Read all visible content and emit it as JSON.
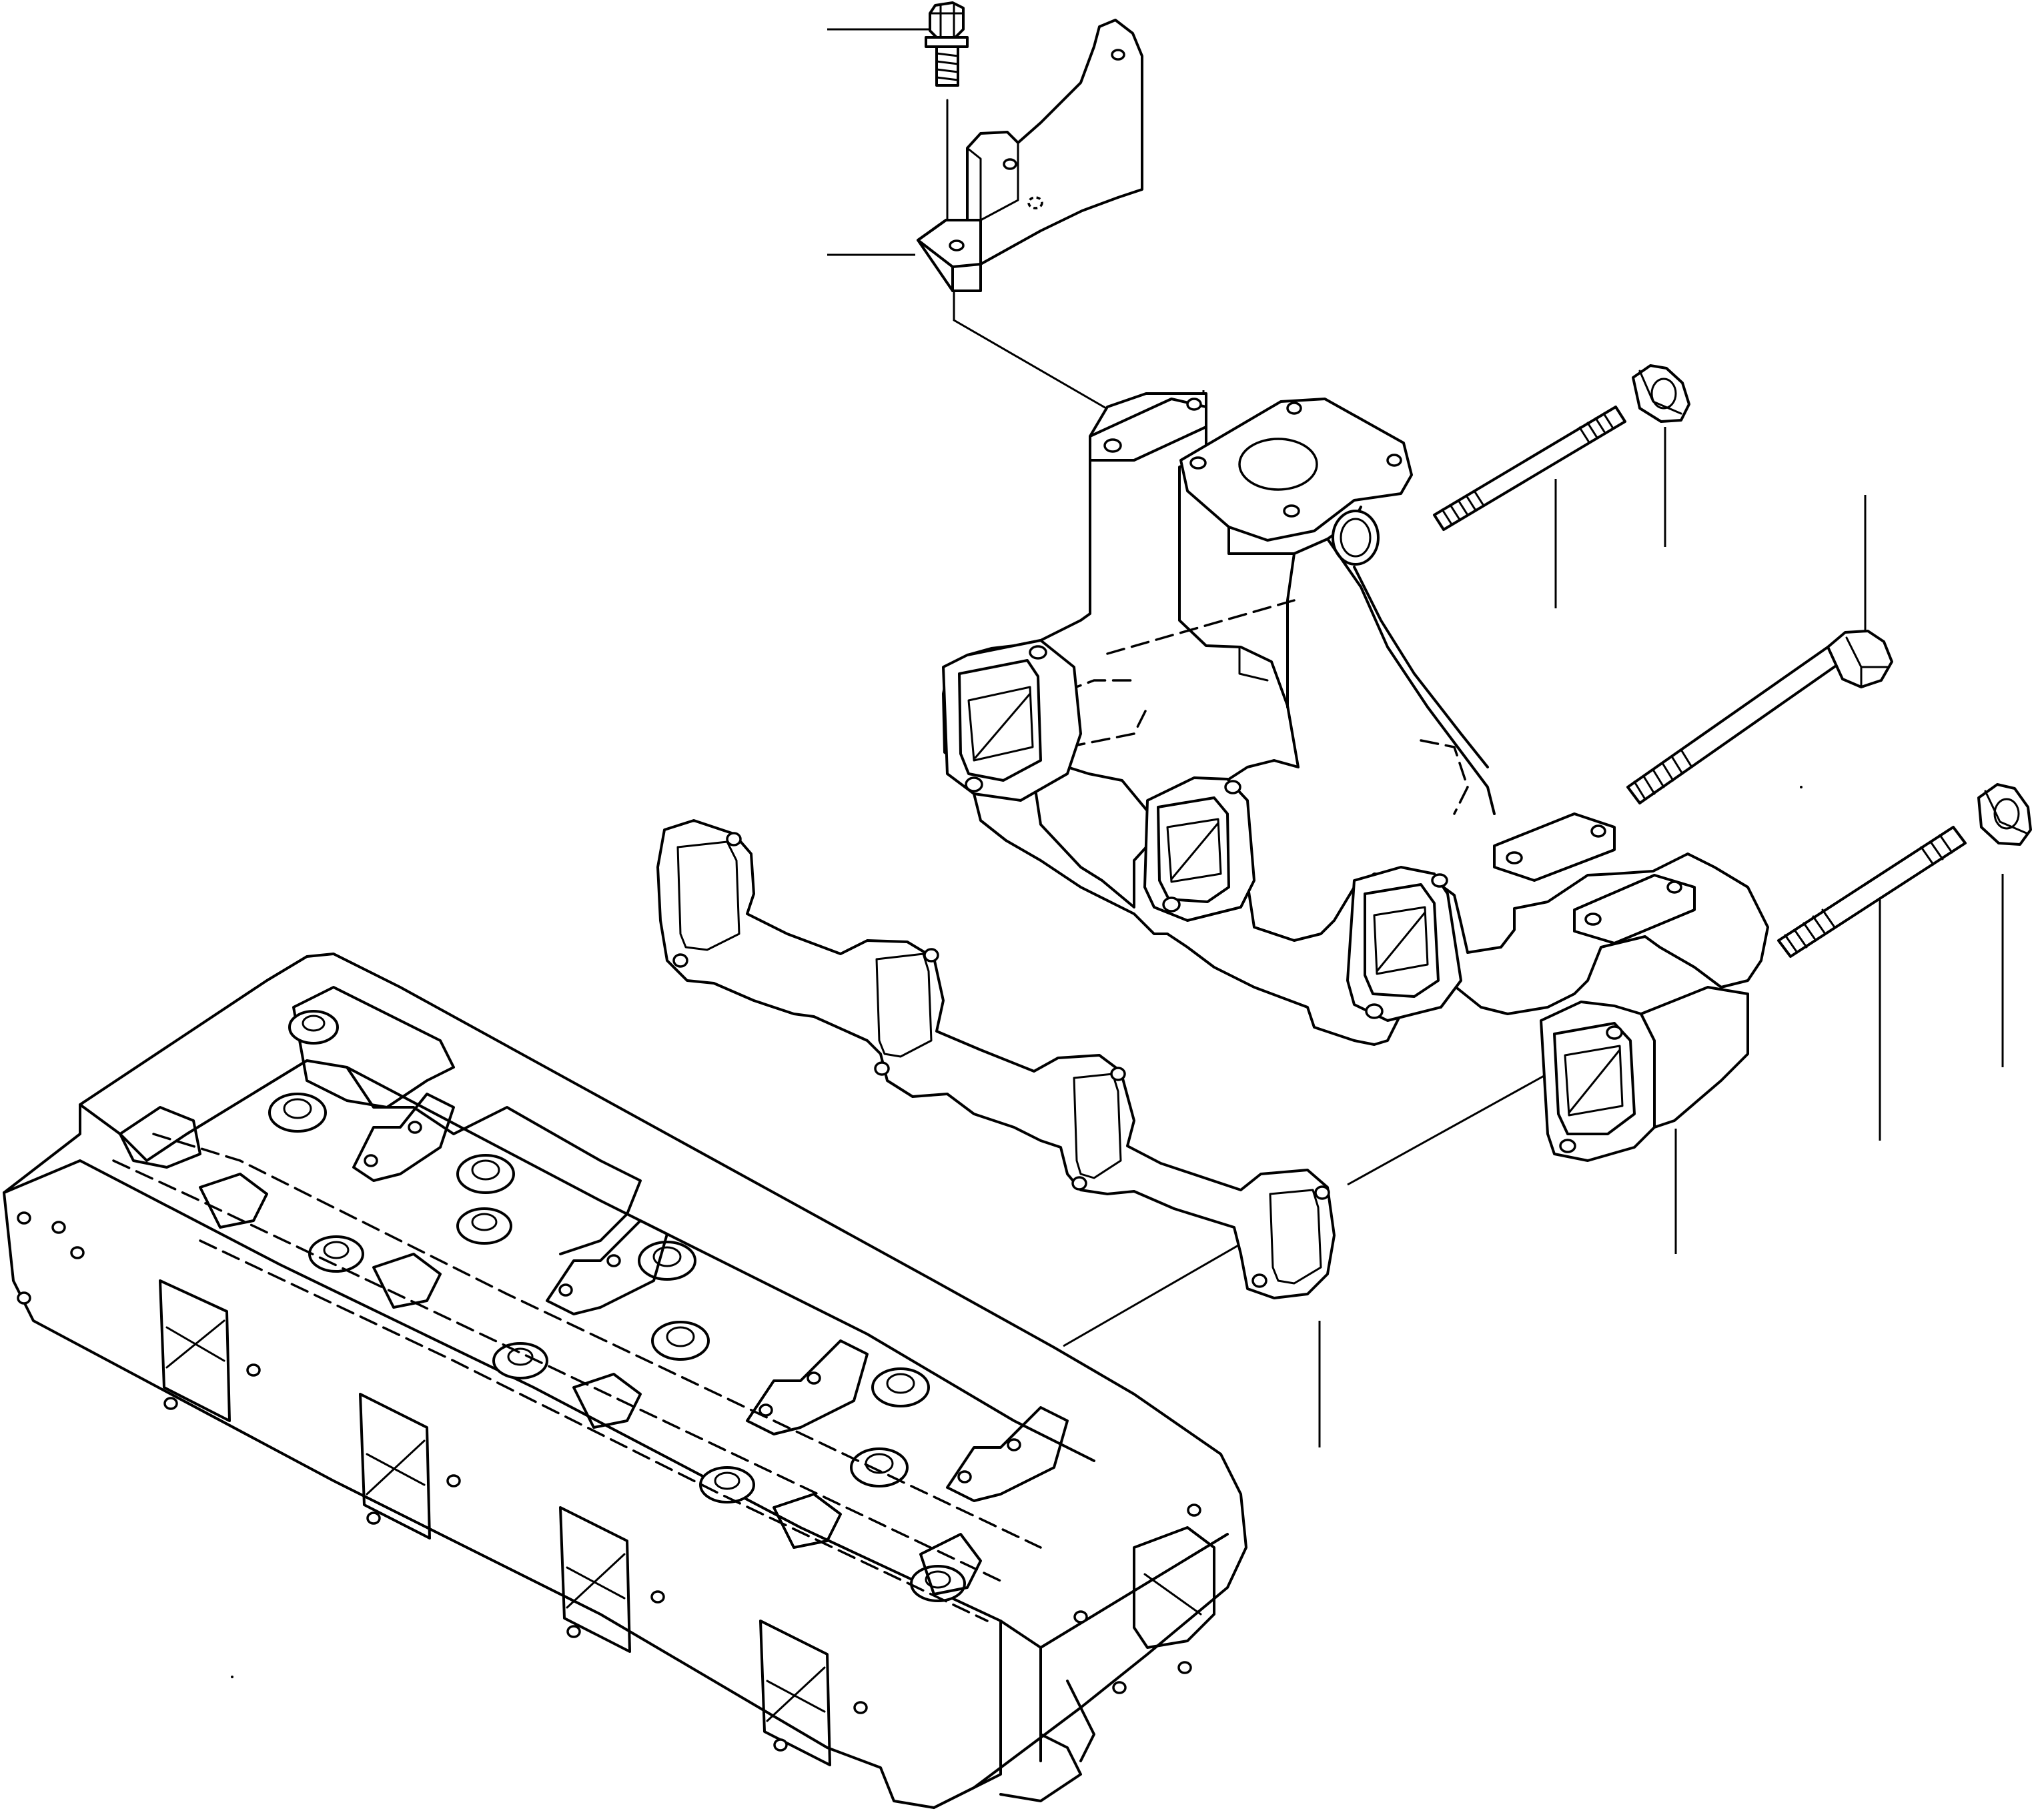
{
  "figure": {
    "type": "exploded-parts-diagram",
    "subject": "engine-cylinder-head-exhaust-manifold-assembly",
    "line_color": "#000000",
    "background_color": "#ffffff"
  },
  "parts": [
    {
      "id": "bolt-bracket",
      "icon": "hex-bolt-icon"
    },
    {
      "id": "bracket",
      "icon": "bracket-icon"
    },
    {
      "id": "exhaust-manifold",
      "icon": "manifold-icon"
    },
    {
      "id": "stud-long",
      "icon": "stud-icon"
    },
    {
      "id": "nut-upper",
      "icon": "flange-nut-icon"
    },
    {
      "id": "bolt-manifold",
      "icon": "hex-bolt-icon"
    },
    {
      "id": "stud-lower",
      "icon": "stud-icon"
    },
    {
      "id": "nut-lower",
      "icon": "flange-nut-icon"
    },
    {
      "id": "gasket",
      "icon": "gasket-icon"
    },
    {
      "id": "cylinder-head",
      "icon": "cylinder-head-icon"
    }
  ]
}
